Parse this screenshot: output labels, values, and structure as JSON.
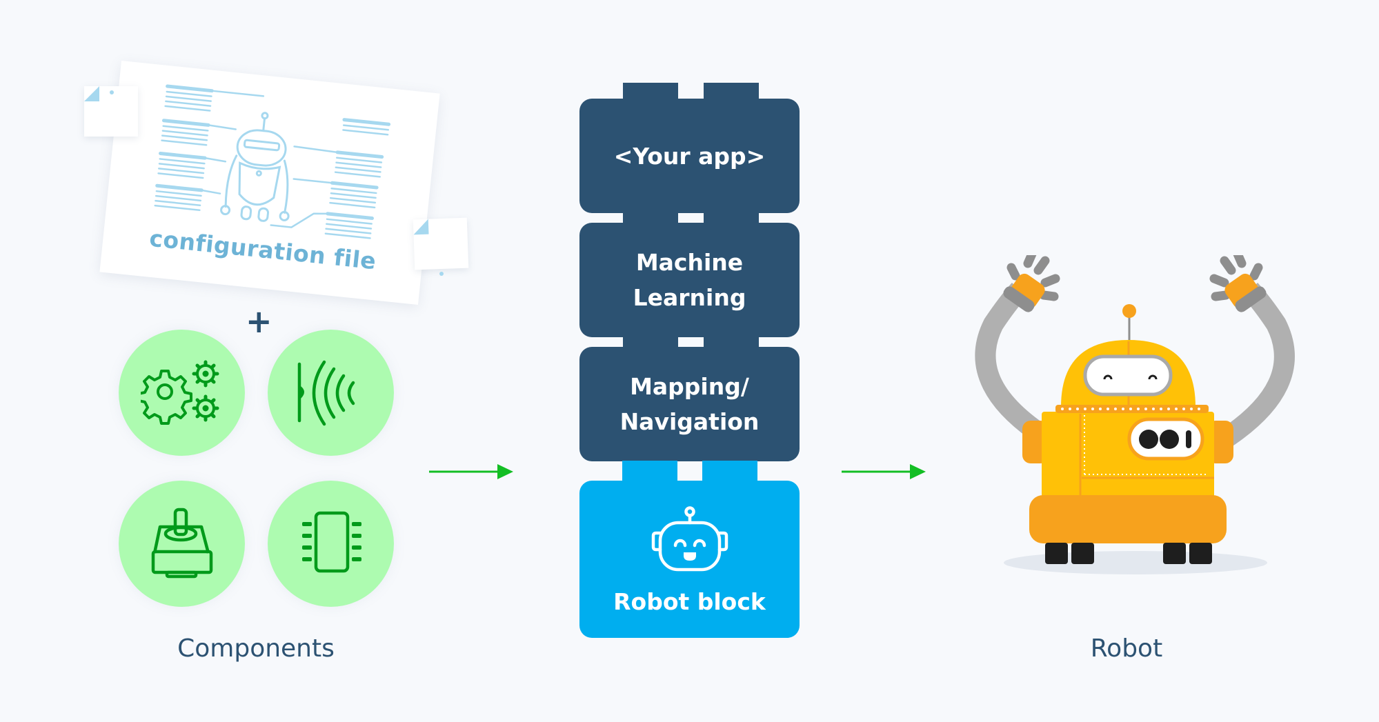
{
  "config_file": {
    "label": "configuration file",
    "icon": "robot-blueprint-icon"
  },
  "plus_symbol": "+",
  "components": {
    "caption": "Components",
    "items": [
      {
        "name": "motors-gears",
        "icon": "gears-icon"
      },
      {
        "name": "sensor",
        "icon": "sensor-waves-icon"
      },
      {
        "name": "actuator",
        "icon": "joystick-motor-icon"
      },
      {
        "name": "chip",
        "icon": "microchip-icon"
      }
    ]
  },
  "stack": {
    "blocks": [
      {
        "label_lines": [
          "<Your app>"
        ]
      },
      {
        "label_lines": [
          "Machine",
          "Learning"
        ]
      },
      {
        "label_lines": [
          "Mapping/",
          "Navigation"
        ]
      },
      {
        "label_lines": [
          "Robot block"
        ],
        "icon": "robot-head-icon"
      }
    ]
  },
  "robot": {
    "caption": "Robot",
    "icon": "robot-mascot-icon"
  },
  "colors": {
    "background": "#F7F9FC",
    "block_dark": "#2C5272",
    "block_blue": "#00AEEF",
    "component_fill": "#ADFBB0",
    "component_icon": "#009A1A",
    "arrow": "#13BE24",
    "robot_yellow": "#FFC107",
    "robot_orange": "#F7A21D",
    "text_dark": "#2C5272",
    "config_blue": "#6DB3D6"
  }
}
